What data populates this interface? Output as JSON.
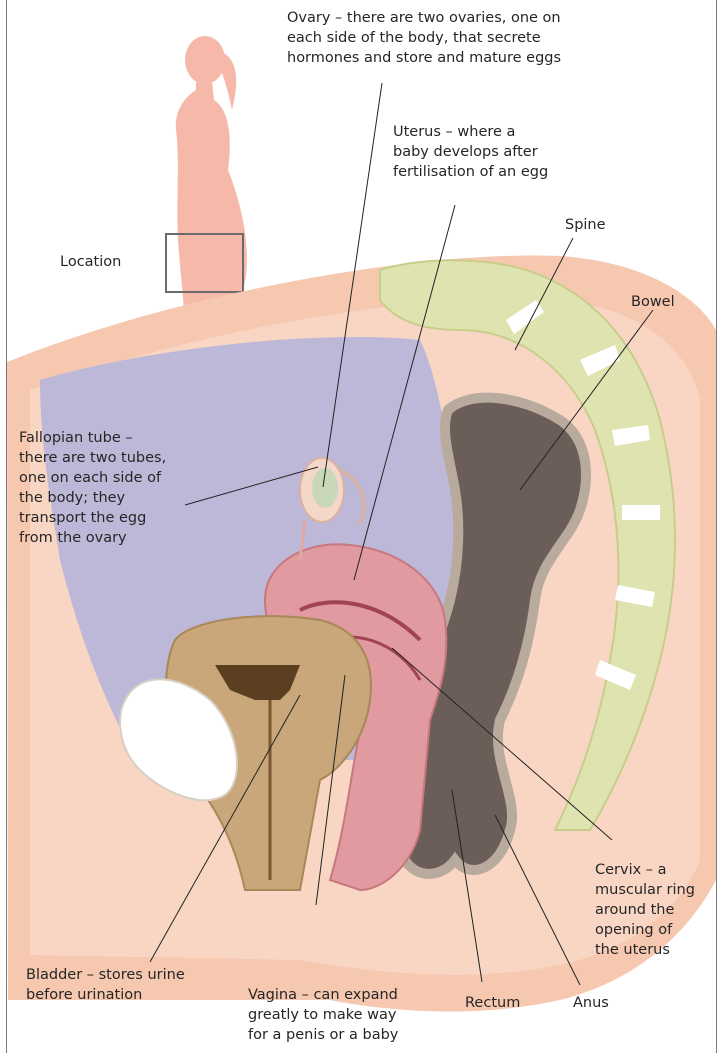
{
  "labels": {
    "ovary": "Ovary – there are two ovaries, one on\neach side of the body, that secrete\nhormones and store and mature eggs",
    "uterus": "Uterus – where a\nbaby develops after\nfertilisation of an egg",
    "spine": "Spine",
    "bowel": "Bowel",
    "location": "Location",
    "fallopian": "Fallopian tube –\nthere are two tubes,\none on each side of\nthe body; they\ntransport the egg\nfrom the ovary",
    "cervix": "Cervix – a\nmuscular ring\naround the\nopening of\nthe uterus",
    "bladder": "Bladder – stores urine\nbefore urination",
    "vagina": "Vagina – can expand\ngreatly to make way\nfor a penis or a baby",
    "rectum": "Rectum",
    "anus": "Anus"
  },
  "colors": {
    "skin": "#f6c2a8",
    "cavity": "#bdb8d8",
    "uterus": "#e09aa0",
    "bladder": "#c9a77a",
    "bowel": "#6b5d58",
    "spine": "#dfe3b0",
    "silhouette": "#f6b8a8",
    "leader": "#222222"
  }
}
